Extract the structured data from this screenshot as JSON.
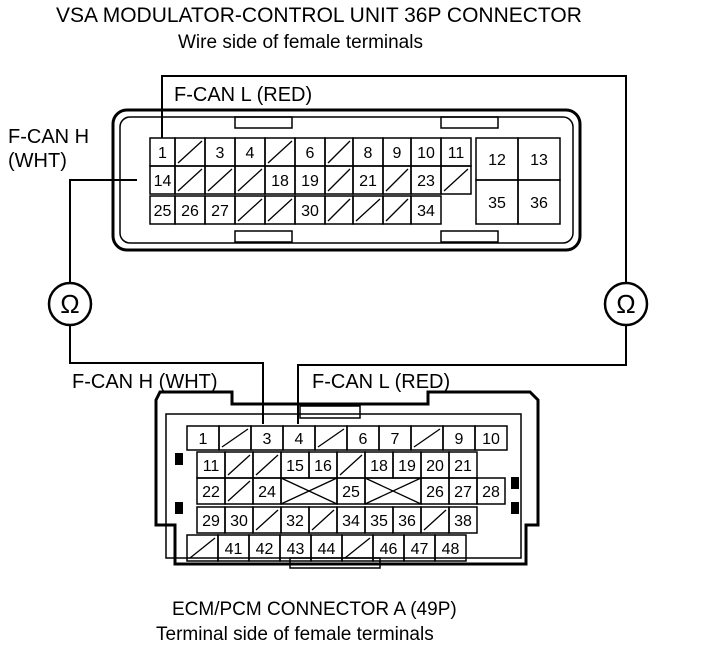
{
  "vsa": {
    "title": "VSA MODULATOR-CONTROL UNIT 36P CONNECTOR",
    "subtitle": "Wire side of female terminals",
    "row1": [
      "1",
      "",
      "3",
      "4",
      "",
      "6",
      "",
      "8",
      "9",
      "10",
      "11"
    ],
    "row2": [
      "14",
      "",
      "",
      "",
      "18",
      "19",
      "",
      "21",
      "",
      "23",
      ""
    ],
    "row3": [
      "25",
      "26",
      "27",
      "",
      "",
      "30",
      "",
      "",
      "",
      "34"
    ],
    "big": [
      "12",
      "13",
      "35",
      "36"
    ]
  },
  "ecm": {
    "title": "ECM/PCM CONNECTOR A (49P)",
    "subtitle": "Terminal side of female terminals",
    "row1": [
      "1",
      "",
      "3",
      "4",
      "",
      "6",
      "7",
      "",
      "9",
      "10"
    ],
    "row2": [
      "11",
      "",
      "",
      "15",
      "16",
      "",
      "18",
      "19",
      "20",
      "21"
    ],
    "row3": [
      "22",
      "",
      "24",
      "",
      "25",
      "",
      "26",
      "27",
      "28"
    ],
    "row4": [
      "29",
      "30",
      "",
      "32",
      "",
      "34",
      "35",
      "36",
      "",
      "38"
    ],
    "row5": [
      "",
      "41",
      "42",
      "43",
      "44",
      "",
      "46",
      "47",
      "48"
    ]
  },
  "wires": {
    "fcan_h_top": "F-CAN H",
    "fcan_h_top_color": "(WHT)",
    "fcan_l_top": "F-CAN L (RED)",
    "fcan_h_bottom": "F-CAN H (WHT)",
    "fcan_l_bottom": "F-CAN L (RED)"
  },
  "meter_symbol": "Ω"
}
